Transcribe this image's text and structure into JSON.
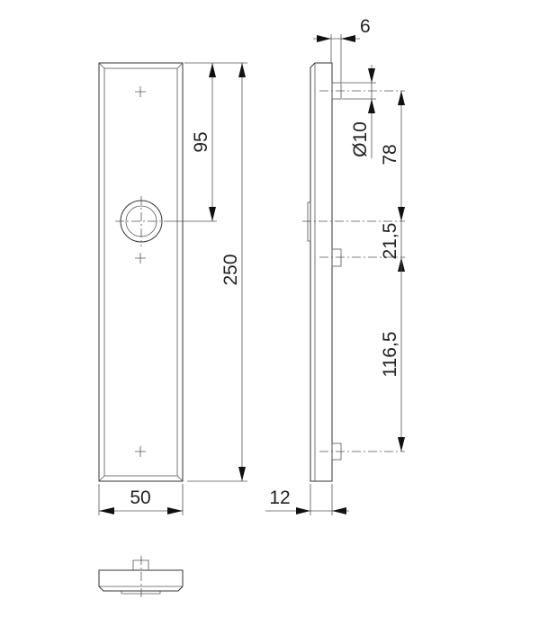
{
  "dimensions": {
    "height_to_center": "95",
    "total_height": "250",
    "width": "50",
    "pin_length": "6",
    "pin_diameter": "Ø10",
    "top_pin_to_center": "78",
    "center_to_mid_pin": "21,5",
    "mid_pin_to_bottom_pin": "116,5",
    "thickness": "12"
  }
}
